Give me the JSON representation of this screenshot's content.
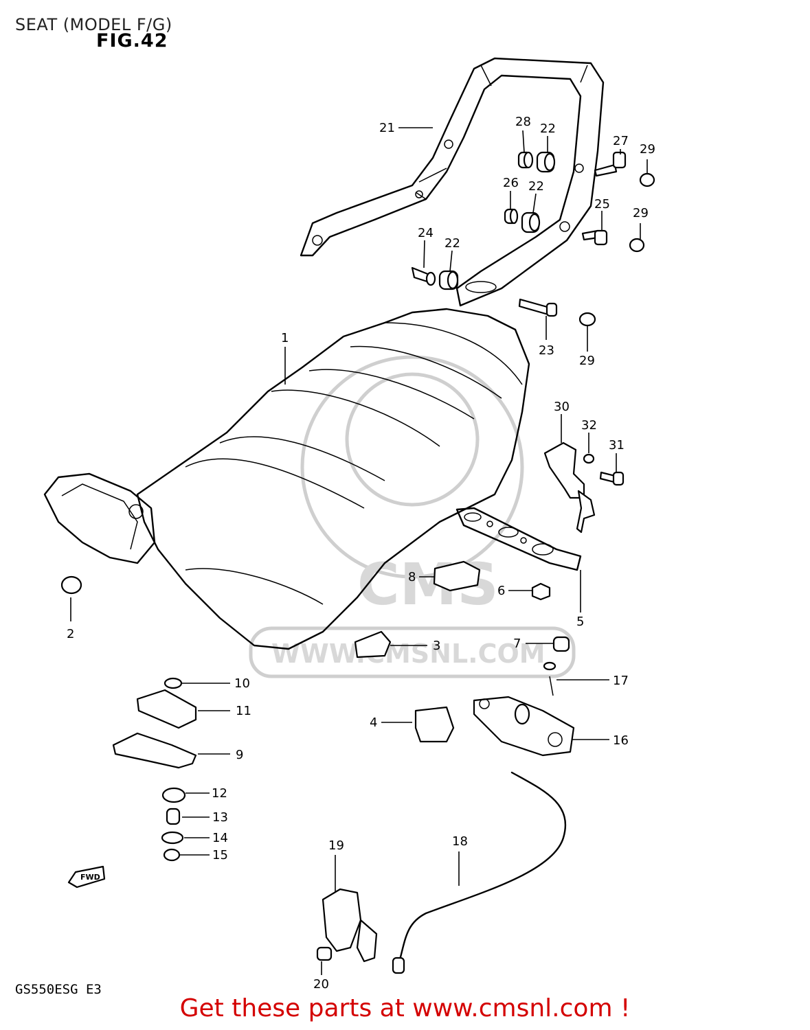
{
  "header": {
    "title": "SEAT (MODEL F/G)",
    "figure": "FIG.42"
  },
  "footer": {
    "model_code": "GS550ESG  E3",
    "promo": "Get these parts at www.cmsnl.com !"
  },
  "watermark": {
    "logo_text": "CMS",
    "url_text": "WWW.CMSNL.COM"
  },
  "fwd_arrow": "FWD",
  "callouts": [
    "1",
    "2",
    "3",
    "4",
    "5",
    "6",
    "7",
    "8",
    "9",
    "10",
    "11",
    "12",
    "13",
    "14",
    "15",
    "16",
    "17",
    "18",
    "19",
    "20",
    "21",
    "22",
    "22",
    "22",
    "23",
    "24",
    "25",
    "26",
    "27",
    "28",
    "29",
    "29",
    "29",
    "30",
    "31",
    "32"
  ],
  "colors": {
    "promo": "#d40000",
    "line": "#000000",
    "watermark": "#cfcfcf"
  }
}
